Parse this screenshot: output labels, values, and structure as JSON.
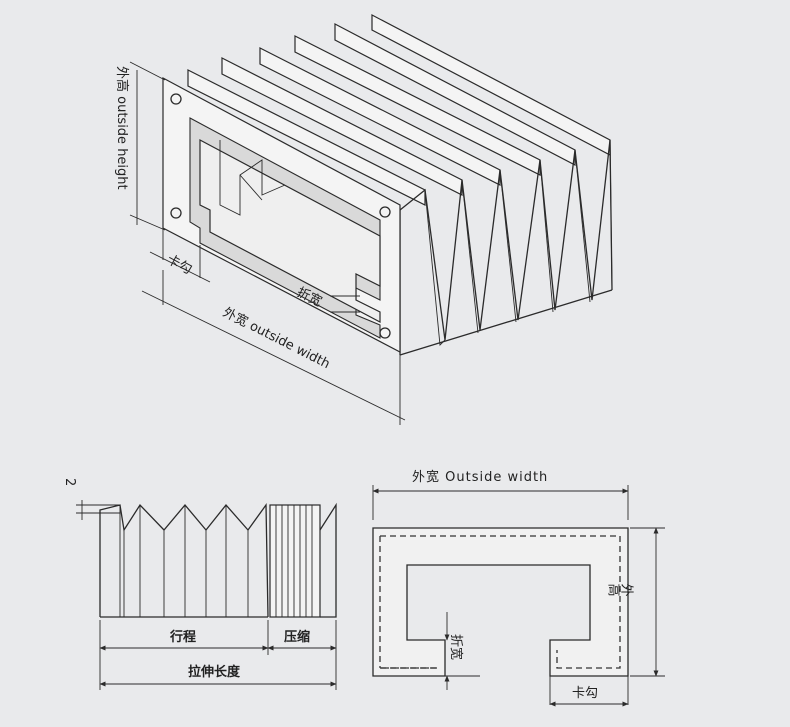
{
  "top_figure": {
    "outside_height_label": "外高 outside height",
    "hook_label": "卡勾",
    "fold_width_label": "折宽",
    "outside_width_label": "外宽 outside width"
  },
  "side_figure": {
    "pitch_label": "2",
    "stroke_label": "行程",
    "compressed_label": "压缩",
    "extended_length_label": "拉伸长度"
  },
  "front_figure": {
    "outside_width_label": "外宽 Outside width",
    "outside_height_label": "外高",
    "fold_width_label": "折宽",
    "hook_label": "卡勾"
  }
}
